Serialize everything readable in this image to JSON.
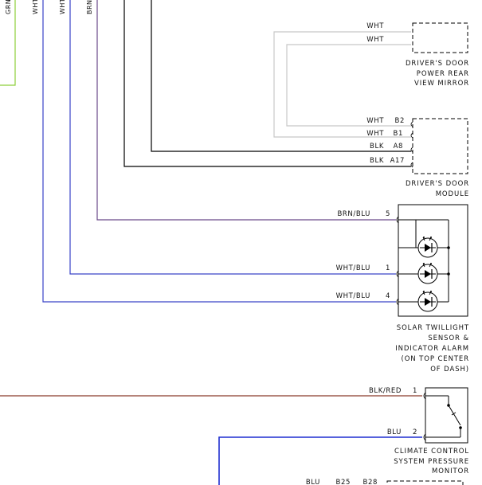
{
  "top_wire_labels": [
    "GRN",
    "WHT",
    "WHT",
    "BRN"
  ],
  "components": {
    "mirror": {
      "name_lines": [
        "DRIVER'S DOOR",
        "POWER REAR",
        "VIEW MIRROR"
      ],
      "wires": [
        {
          "color_label": "WHT",
          "pin": ""
        },
        {
          "color_label": "WHT",
          "pin": ""
        }
      ]
    },
    "door_module": {
      "name_lines": [
        "DRIVER'S DOOR",
        "MODULE"
      ],
      "wires": [
        {
          "color_label": "WHT",
          "pin": "B2"
        },
        {
          "color_label": "WHT",
          "pin": "B1"
        },
        {
          "color_label": "BLK",
          "pin": "A8"
        },
        {
          "color_label": "BLK",
          "pin": "A17"
        }
      ]
    },
    "solar_sensor": {
      "name_lines": [
        "SOLAR TWILLIGHT",
        "SENSOR &",
        "INDICATOR ALARM",
        "(ON TOP CENTER",
        "OF DASH)"
      ],
      "wires": [
        {
          "color_label": "BRN/BLU",
          "pin": "5"
        },
        {
          "color_label": "WHT/BLU",
          "pin": "1"
        },
        {
          "color_label": "WHT/BLU",
          "pin": "4"
        }
      ]
    },
    "climate_monitor": {
      "name_lines": [
        "CLIMATE CONTROL",
        "SYSTEM PRESSURE",
        "MONITOR"
      ],
      "wires": [
        {
          "color_label": "BLK/RED",
          "pin": "1"
        },
        {
          "color_label": "BLU",
          "pin": "2"
        }
      ]
    },
    "bottom_connector": {
      "wires": [
        {
          "color_label": "BLU",
          "pin": "B25"
        },
        {
          "color_label": "",
          "pin": "B28"
        }
      ]
    }
  },
  "colors": {
    "gray_wire": "#c8c8c8",
    "black_wire": "#000000",
    "brown_wire": "#8b3a2a",
    "blue_wire": "#3a44c8",
    "dark_blue_wire": "#1f2fd0",
    "green_wire": "#8ecf3a"
  }
}
